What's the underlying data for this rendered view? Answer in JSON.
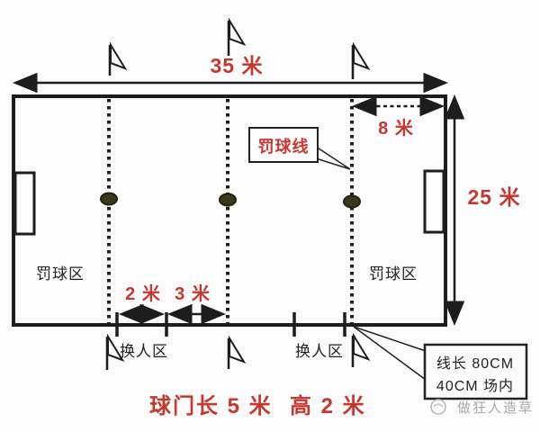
{
  "colors": {
    "dimension_red": "#c53830",
    "line_black": "#1d1d1d",
    "spot_olive": "#3a3818",
    "watermark_gray": "#a9a9a9"
  },
  "pitch": {
    "width_label": "35 米",
    "height_label": "25 米",
    "penalty_distance_label": "8 米",
    "penalty_line_callout": "罚球线",
    "penalty_area_left": "罚球区",
    "penalty_area_right": "罚球区",
    "sub_zone_offset_label": "2 米",
    "sub_zone_width_label": "3 米",
    "sub_zone_left": "换人区",
    "sub_zone_right": "换人区",
    "flag_line_note_line1": "线长 80CM",
    "flag_line_note_line2": "40CM 场内",
    "goal_size_note_part1": "球门长 5 米",
    "goal_size_note_part2": "高 2 米",
    "watermark": "做狂人造草"
  }
}
